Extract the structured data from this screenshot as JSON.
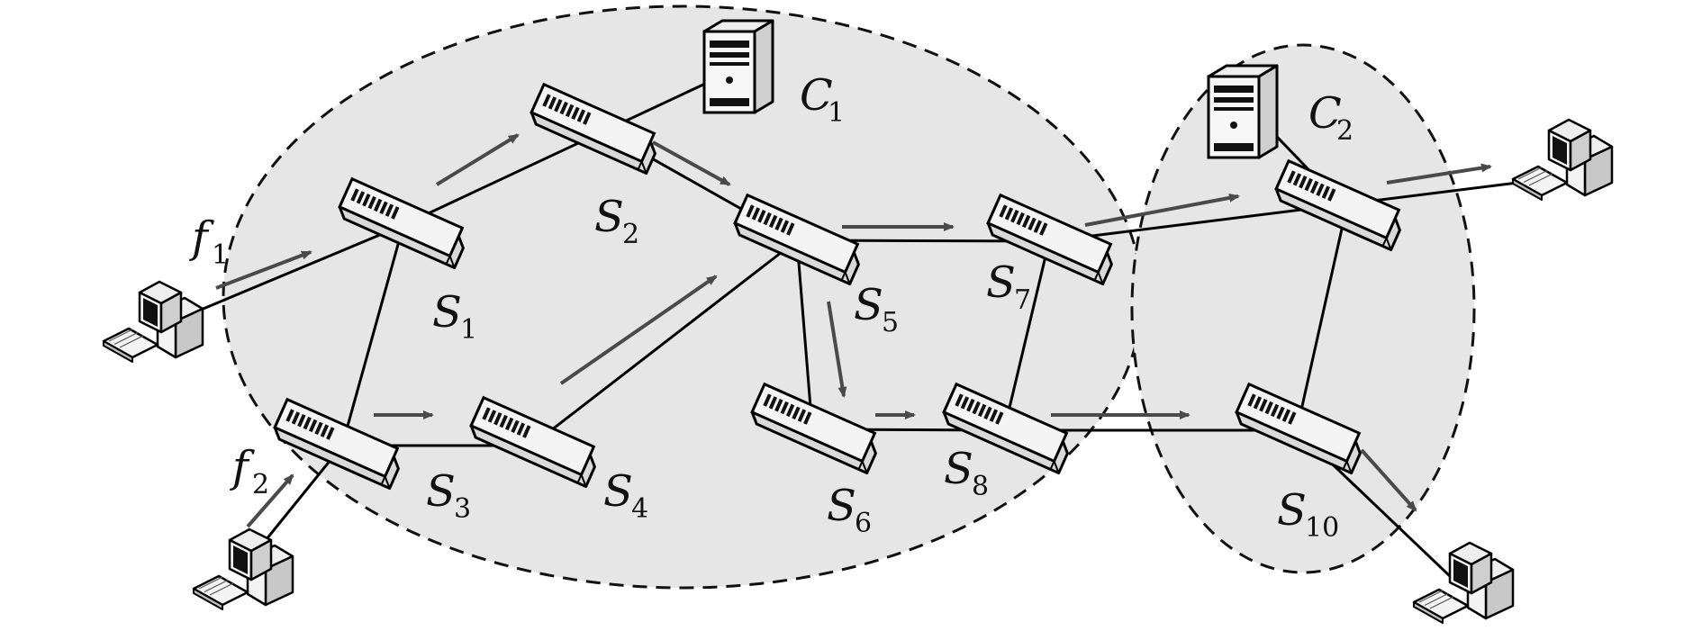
{
  "domains": [
    {
      "id": "domain-c1",
      "label": "C",
      "sub": "1"
    },
    {
      "id": "domain-c2",
      "label": "C",
      "sub": "2"
    }
  ],
  "flows": [
    {
      "id": "flow-f1",
      "label": "f",
      "sub": "1"
    },
    {
      "id": "flow-f2",
      "label": "f",
      "sub": "2"
    }
  ],
  "switches": [
    {
      "id": "S1",
      "label": "S",
      "sub": "1"
    },
    {
      "id": "S2",
      "label": "S",
      "sub": "2"
    },
    {
      "id": "S3",
      "label": "S",
      "sub": "3"
    },
    {
      "id": "S4",
      "label": "S",
      "sub": "4"
    },
    {
      "id": "S5",
      "label": "S",
      "sub": "5"
    },
    {
      "id": "S6",
      "label": "S",
      "sub": "6"
    },
    {
      "id": "S7",
      "label": "S",
      "sub": "7"
    },
    {
      "id": "S8",
      "label": "S",
      "sub": "8"
    },
    {
      "id": "S9",
      "label": "",
      "sub": ""
    },
    {
      "id": "S10",
      "label": "S",
      "sub": "10"
    }
  ],
  "links": [
    [
      "H1",
      "S1"
    ],
    [
      "S1",
      "C1"
    ],
    [
      "S1",
      "S3"
    ],
    [
      "H2",
      "S3"
    ],
    [
      "S3",
      "S4"
    ],
    [
      "S4",
      "S5"
    ],
    [
      "S2",
      "S5"
    ],
    [
      "S5",
      "S7"
    ],
    [
      "S5",
      "S6"
    ],
    [
      "S6",
      "S8"
    ],
    [
      "S7",
      "S8"
    ],
    [
      "S7",
      "H3"
    ],
    [
      "S8",
      "S10"
    ],
    [
      "S9",
      "S10"
    ],
    [
      "C2",
      "S9"
    ],
    [
      "S10",
      "H4"
    ]
  ],
  "colors": {
    "domain_fill": "#e6e6e6",
    "domain_border": "#111111",
    "link": "#000000",
    "arrow": "#4a4a4a"
  },
  "icons": {
    "switch": "network-switch-icon",
    "controller": "server-tower-icon",
    "host": "desktop-computer-icon"
  }
}
